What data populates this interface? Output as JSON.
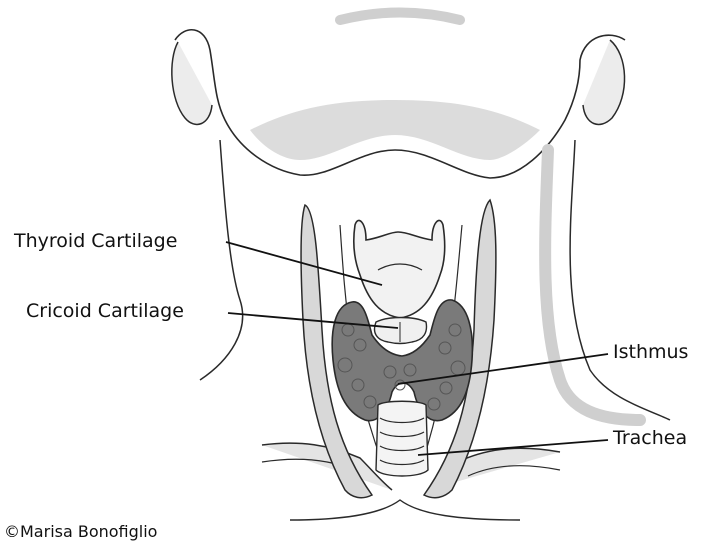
{
  "labels": {
    "thyroid_cartilage": "Thyroid Cartilage",
    "cricoid_cartilage": "Cricoid Cartilage",
    "isthmus": "Isthmus",
    "trachea": "Trachea"
  },
  "credit": "©Marisa Bonofiglio",
  "colors": {
    "outline": "#2a2a2a",
    "skin": "#ffffff",
    "shading": "#d6d6d6",
    "gland": "#7a7a7a",
    "gland_dark": "#555555",
    "cartilage": "#f0f0f0"
  }
}
